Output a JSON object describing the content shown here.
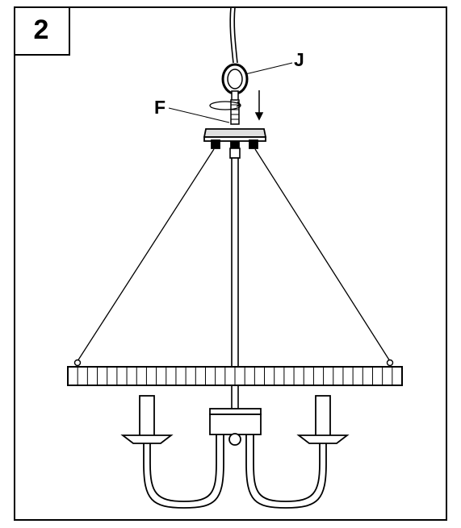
{
  "step_number": "2",
  "callouts": {
    "j": "J",
    "f": "F"
  },
  "colors": {
    "line": "#000000",
    "background": "#ffffff",
    "canopy_fill": "#e0e0e0"
  },
  "shade_band_segments": 34
}
